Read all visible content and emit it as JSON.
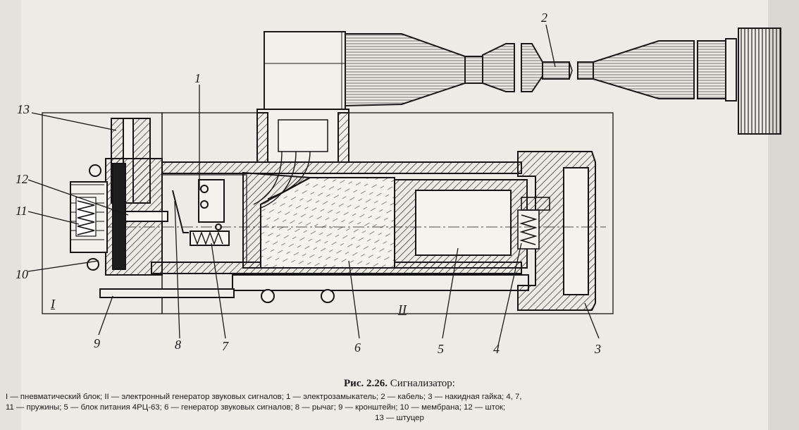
{
  "figure": {
    "title_prefix": "Рис. 2.26.",
    "title": "Сигнализатор:"
  },
  "callouts": [
    "1",
    "2",
    "3",
    "4",
    "5",
    "6",
    "7",
    "8",
    "9",
    "10",
    "11",
    "12",
    "13"
  ],
  "zones": [
    "I",
    "II"
  ],
  "legend": {
    "line1": "I — пневматический блок; II — электронный генератор звуковых сигналов; 1 — электрозамыкатель; 2 — кабель; 3 — накидная гайка; 4, 7,",
    "line2": "11 — пружины; 5 — блок питания 4РЦ-63; 6 — генератор звуковых сигналов; 8 — рычаг; 9 — кронштейн; 10 — мембрана; 12 — шток;",
    "line3": "13 — штуцер"
  }
}
